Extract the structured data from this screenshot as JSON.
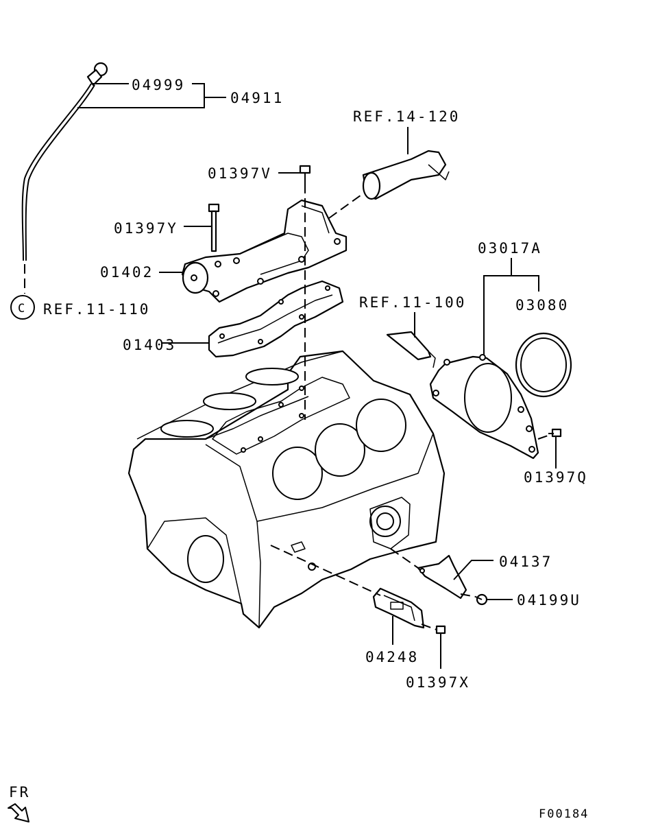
{
  "labels": {
    "p04999": "04999",
    "p04911": "04911",
    "ref14_120": "REF.14-120",
    "p01397v": "01397V",
    "p01397y": "01397Y",
    "p01402": "01402",
    "ref11_110": "REF.11-110",
    "ref11_110_marker": "C",
    "p01403": "01403",
    "ref11_100": "REF.11-100",
    "p03017a": "03017A",
    "p03080": "03080",
    "p01397q": "01397Q",
    "p04137": "04137",
    "p04199u": "04199U",
    "p04248": "04248",
    "p01397x": "01397X",
    "front": "FR",
    "figure_code": "F00184"
  }
}
